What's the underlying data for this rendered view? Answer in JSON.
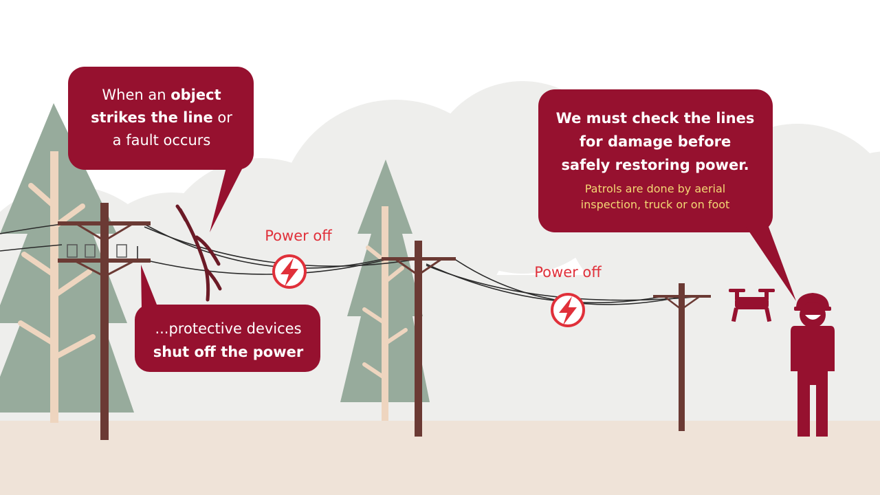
{
  "colors": {
    "maroon": "#96112f",
    "accent_red": "#e0303a",
    "sub_text_yellow": "#f3d874",
    "tree_green": "#97ab9c",
    "trunk_tan": "#eed5bf",
    "pole_brown": "#6b3a34",
    "ground": "#efe3d8",
    "background_cloud": "#eeeeec"
  },
  "callouts": {
    "object_strike": {
      "line1_plain": "When an ",
      "line1_bold": "object",
      "line2_bold": "strikes the line",
      "line2_plain": " or",
      "line3": "a fault occurs"
    },
    "protective_devices": {
      "line1": "...protective devices",
      "line2_bold": "shut off the power"
    },
    "check_lines": {
      "line1": "We must check the lines",
      "line2": "for damage before",
      "line3": "safely restoring power.",
      "sub_line1": "Patrols are done by aerial",
      "sub_line2": "inspection, truck or on foot"
    }
  },
  "labels": {
    "power_off_1": "Power off",
    "power_off_2": "Power off"
  },
  "icons": [
    "lightning-bolt-icon",
    "drone-icon",
    "worker-icon",
    "branch-icon",
    "pine-tree-icon",
    "utility-pole-icon"
  ]
}
